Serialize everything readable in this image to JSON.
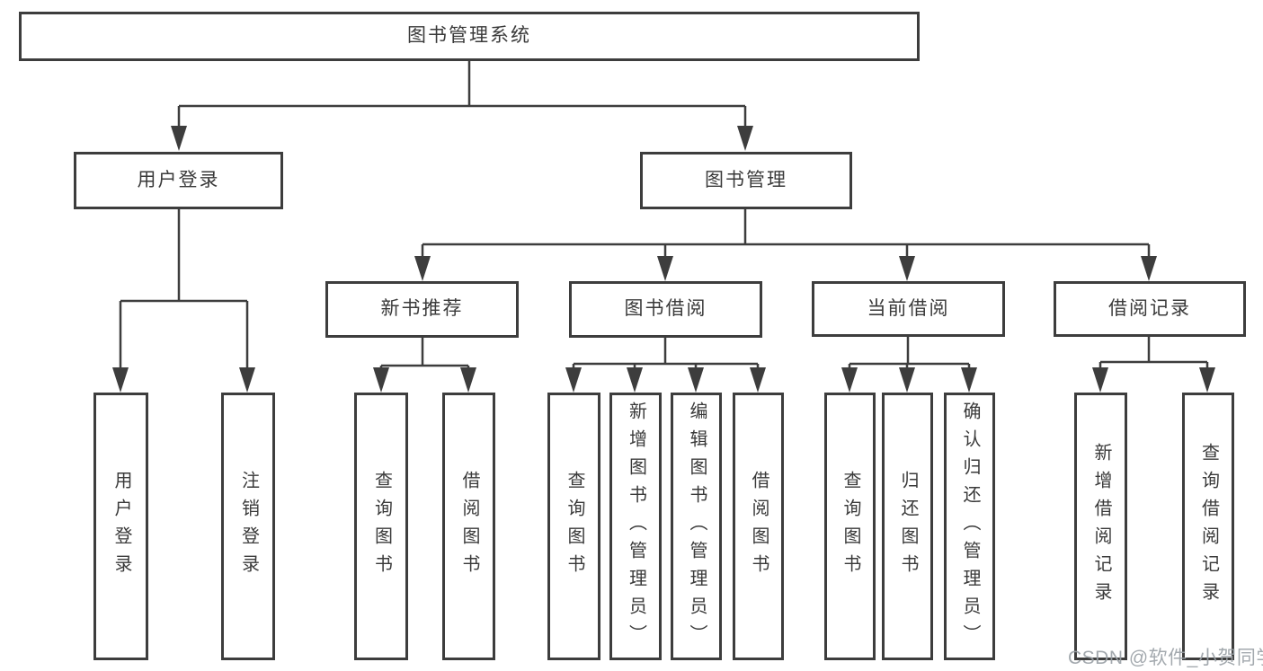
{
  "diagram_type": "hierarchy-tree",
  "watermark": "CSDN @软件_小贺同学",
  "colors": {
    "background": "#ffffff",
    "box_border": "#3d3d3d",
    "connector_line": "#3d3d3d",
    "text": "#3a3a3a",
    "watermark_text": "#9aa0a6"
  },
  "tree": {
    "label": "图书管理系统",
    "children": [
      {
        "label": "用户登录",
        "children": [
          {
            "label": "用户登录"
          },
          {
            "label": "注销登录"
          }
        ]
      },
      {
        "label": "图书管理",
        "children": [
          {
            "label": "新书推荐",
            "children": [
              {
                "label": "查询图书"
              },
              {
                "label": "借阅图书"
              }
            ]
          },
          {
            "label": "图书借阅",
            "children": [
              {
                "label": "查询图书"
              },
              {
                "label": "新增图书（管理员）"
              },
              {
                "label": "编辑图书（管理员）"
              },
              {
                "label": "借阅图书"
              }
            ]
          },
          {
            "label": "当前借阅",
            "children": [
              {
                "label": "查询图书"
              },
              {
                "label": "归还图书"
              },
              {
                "label": "确认归还（管理员）"
              }
            ]
          },
          {
            "label": "借阅记录",
            "children": [
              {
                "label": "新增借阅记录"
              },
              {
                "label": "查询借阅记录"
              }
            ]
          }
        ]
      }
    ]
  }
}
